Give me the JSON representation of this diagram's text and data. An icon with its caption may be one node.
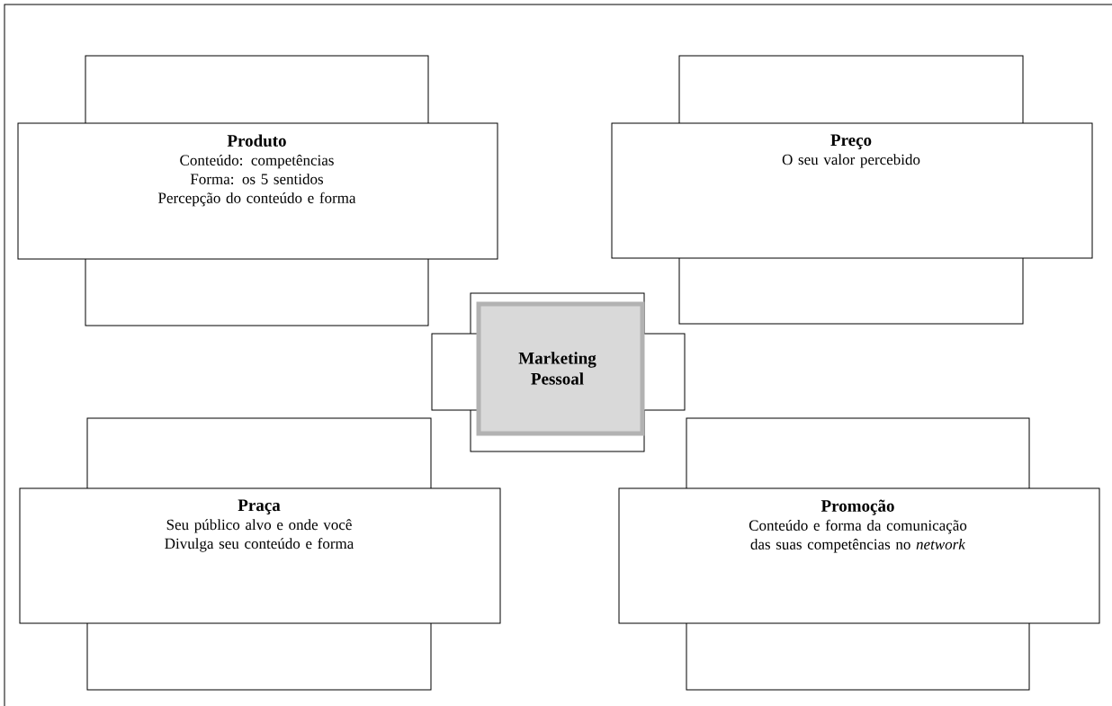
{
  "diagram": {
    "nodes": [
      {
        "text": [
          "Produto",
          "Conteúdo: competências",
          "Forma: os 5 sentidos",
          "Percepção do conteúdo e forma"
        ]
      },
      {
        "text": [
          "Preço",
          "O seu valor percebido"
        ]
      },
      {
        "text": [
          "Marketing Pessoal"
        ]
      },
      {
        "text": [
          "Praça",
          "Seu público alvo e onde você",
          "Divulga seu conteúdo e forma"
        ]
      },
      {
        "text": [
          "Promoção",
          "Conteúdo e forma da comunicação das suas competências no *network*"
        ]
      }
    ]
  }
}
